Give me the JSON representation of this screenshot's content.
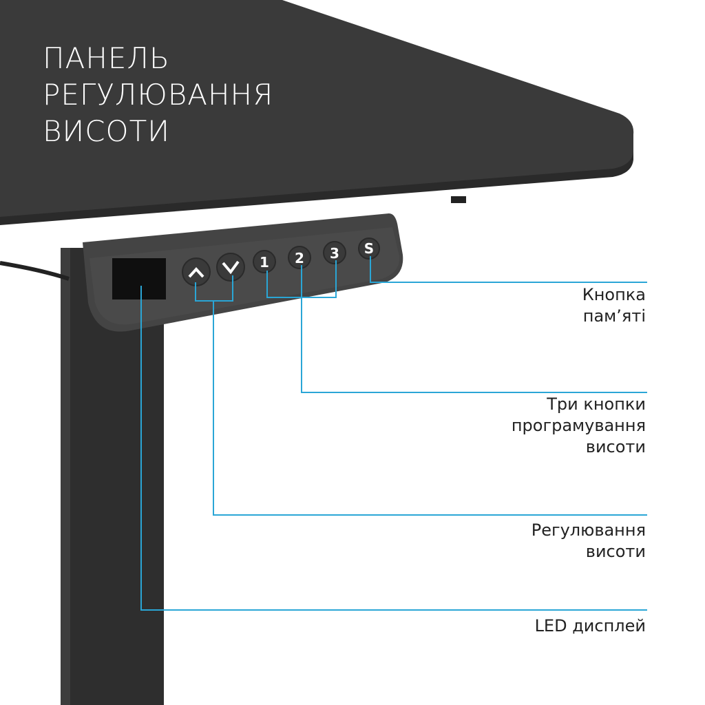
{
  "title": {
    "lines": [
      "ПАНЕЛЬ",
      "РЕГУЛЮВАННЯ",
      "ВИСОТИ"
    ]
  },
  "panel_buttons": {
    "up": "up-arrow",
    "down": "down-arrow",
    "b1": "1",
    "b2": "2",
    "b3": "3",
    "s": "S"
  },
  "callouts": {
    "memory": [
      "Кнопка",
      "пам’яті"
    ],
    "presets": [
      "Три кнопки",
      "програмування",
      "висоти"
    ],
    "height": [
      "Регулювання",
      "висоти"
    ],
    "led": [
      "LED дисплей"
    ]
  },
  "colors": {
    "line": "#2aa6d6",
    "desk": "#3b3b3b",
    "panel": "#444444"
  }
}
